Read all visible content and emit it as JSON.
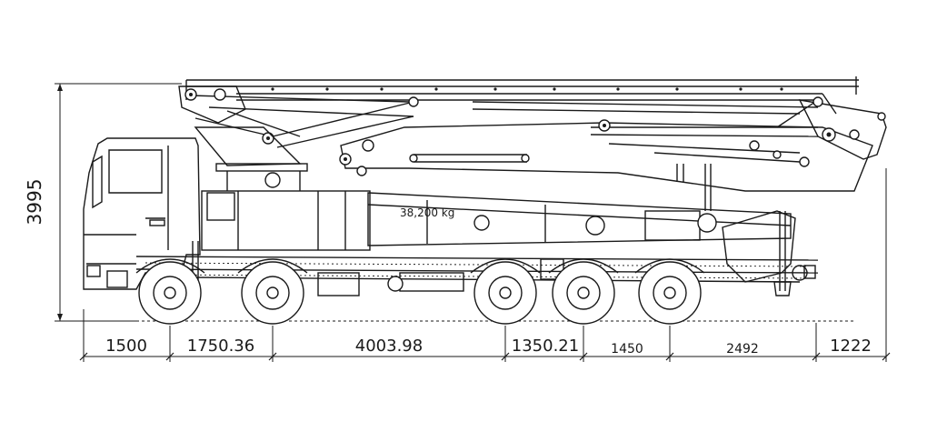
{
  "drawing": {
    "height_label": "3995",
    "weight_label": "38,200 kg",
    "dimensions": [
      "1500",
      "1750.36",
      "4003.98",
      "1350.21",
      "1450",
      "2492",
      "1222"
    ]
  }
}
